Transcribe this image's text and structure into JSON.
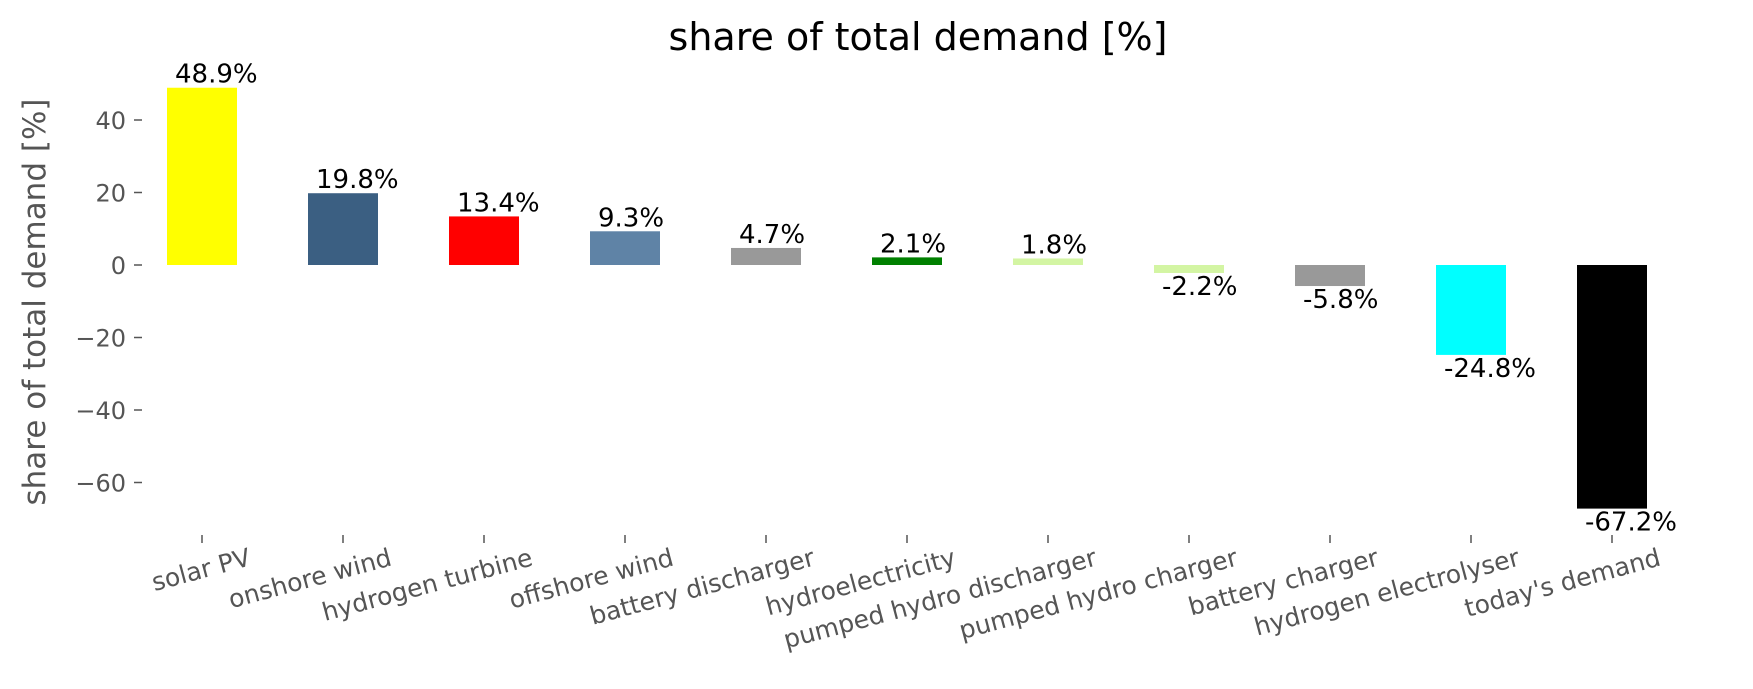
{
  "chart_data": {
    "type": "bar",
    "title": "share of total demand [%]",
    "xlabel": "",
    "ylabel": "share of total demand [%]",
    "ylim": [
      -74,
      54
    ],
    "yticks": [
      40,
      20,
      0,
      -20,
      -40,
      -60
    ],
    "ytick_labels": [
      "40",
      "20",
      "0",
      "−20",
      "−40",
      "−60"
    ],
    "grid": false,
    "categories": [
      "solar PV",
      "onshore wind",
      "hydrogen turbine",
      "offshore wind",
      "battery discharger",
      "hydroelectricity",
      "pumped hydro discharger",
      "pumped hydro charger",
      "battery charger",
      "hydrogen electrolyser",
      "today's demand"
    ],
    "values": [
      48.9,
      19.8,
      13.4,
      9.3,
      4.7,
      2.1,
      1.8,
      -2.2,
      -5.8,
      -24.8,
      -67.2
    ],
    "data_labels": [
      "48.9%",
      "19.8%",
      "13.4%",
      "9.3%",
      "4.7%",
      "2.1%",
      "1.8%",
      "-2.2%",
      "-5.8%",
      "-24.8%",
      "-67.2%"
    ],
    "colors": [
      "#ffff00",
      "#3b5f82",
      "#ff0000",
      "#5f83a6",
      "#999999",
      "#008000",
      "#d3f5a3",
      "#d3f5a3",
      "#999999",
      "#00ffff",
      "#000000"
    ]
  }
}
